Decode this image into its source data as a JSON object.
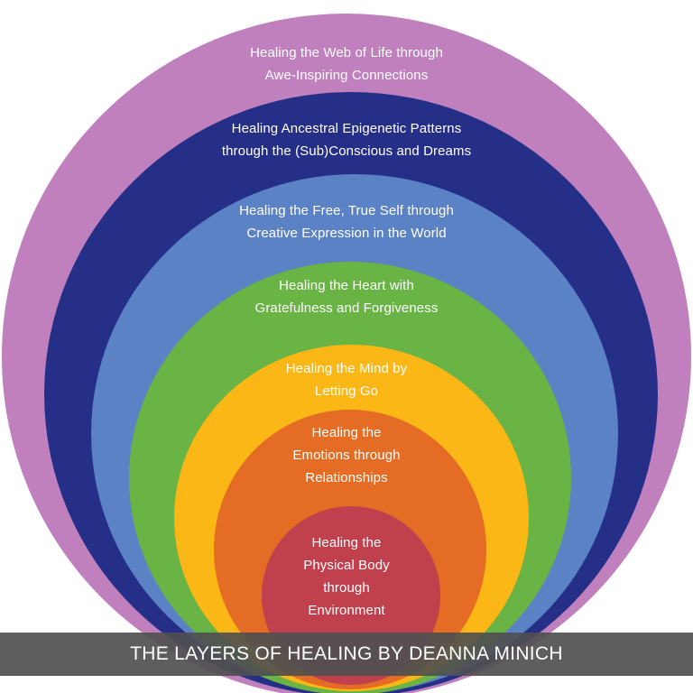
{
  "title": "THE LAYERS OF HEALING BY DEANNA MINICH",
  "layers": [
    {
      "id": "web-of-life",
      "lines": [
        "Healing the Web of Life through",
        "Awe-Inspiring Connections"
      ],
      "color": "#bf80bd"
    },
    {
      "id": "ancestral",
      "lines": [
        "Healing Ancestral Epigenetic Patterns",
        "through the (Sub)Conscious and Dreams"
      ],
      "color": "#252f87"
    },
    {
      "id": "free-self",
      "lines": [
        "Healing the Free, True Self through",
        "Creative Expression in the World"
      ],
      "color": "#5b82c4"
    },
    {
      "id": "heart",
      "lines": [
        "Healing the Heart with",
        "Gratefulness and Forgiveness"
      ],
      "color": "#6ab345"
    },
    {
      "id": "mind",
      "lines": [
        "Healing the Mind by",
        "Letting Go"
      ],
      "color": "#fbb716"
    },
    {
      "id": "emotions",
      "lines": [
        "Healing the",
        "Emotions through",
        "Relationships"
      ],
      "color": "#e46c24"
    },
    {
      "id": "physical",
      "lines": [
        "Healing the",
        "Physical Body",
        "through",
        "Environment"
      ],
      "color": "#c1404e"
    }
  ]
}
